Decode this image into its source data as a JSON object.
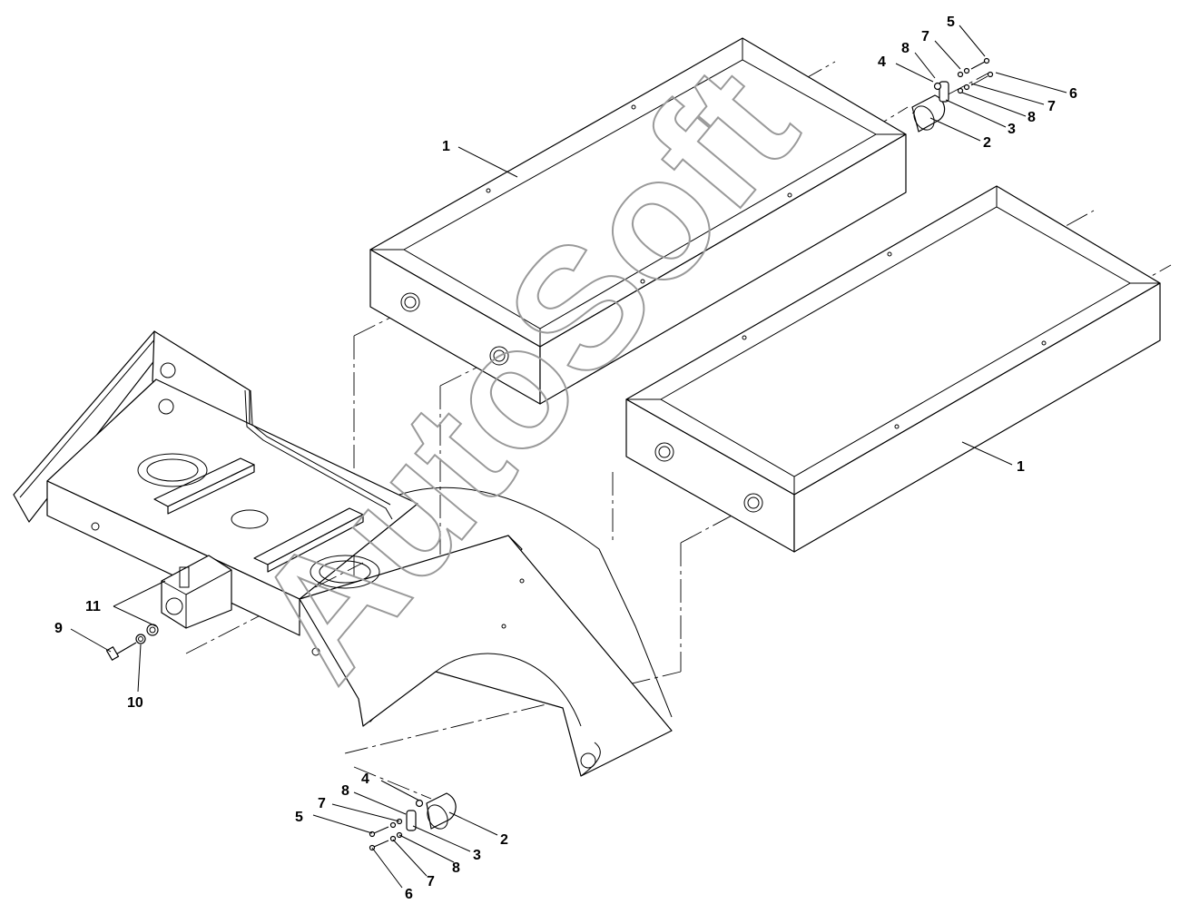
{
  "watermark": "AutoSoft",
  "callouts": {
    "c1a": "1",
    "c1b": "1",
    "top_5": "5",
    "top_7a": "7",
    "top_8a": "8",
    "top_4": "4",
    "top_6": "6",
    "top_7b": "7",
    "top_8b": "8",
    "top_3": "3",
    "top_2": "2",
    "left_11": "11",
    "left_9": "9",
    "left_10": "10",
    "bot_4": "4",
    "bot_8a": "8",
    "bot_7a": "7",
    "bot_5": "5",
    "bot_2": "2",
    "bot_3": "3",
    "bot_8b": "8",
    "bot_7b": "7",
    "bot_6": "6"
  }
}
